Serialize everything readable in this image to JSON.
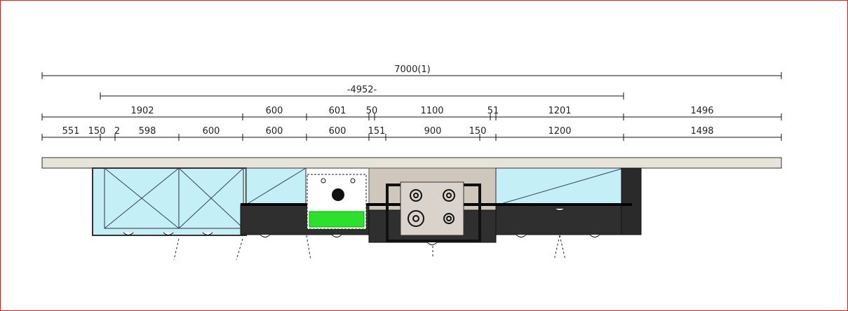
{
  "drawing": {
    "overall_dimension": "7000(1)",
    "span_dimension": "-4952-",
    "row_upper": [
      "1902",
      "600",
      "601",
      "50",
      "1100",
      "51",
      "1201",
      "1496"
    ],
    "row_lower": [
      "551",
      "150",
      "2",
      "598",
      "600",
      "600",
      "600",
      "151",
      "900",
      "150",
      "1200",
      "1498"
    ]
  },
  "colors": {
    "countertop": "#e6e3d8",
    "cabinet_glass": "#c4eff7",
    "base_dark": "#2f2f2f",
    "hood": "#cfc6bc",
    "highlight_green": "#2ee02e",
    "frame_border": "#d02020"
  }
}
